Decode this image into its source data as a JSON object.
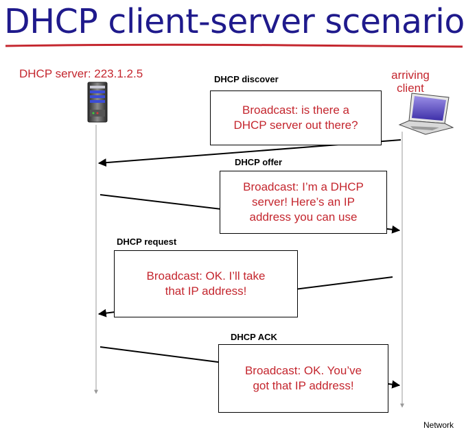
{
  "title": "DHCP client-server scenario",
  "server": {
    "label": "DHCP server: 223.1.2.5"
  },
  "client": {
    "label_line1": "arriving",
    "label_line2": "client"
  },
  "messages": [
    {
      "name": "DHCP discover",
      "text": "Broadcast: is there a DHCP server out there?"
    },
    {
      "name": "DHCP offer",
      "text": "Broadcast: I’m a DHCP server! Here’s an IP address you can use"
    },
    {
      "name": "DHCP request",
      "text": "Broadcast: OK.  I’ll take that IP address!"
    },
    {
      "name": "DHCP ACK",
      "text": "Broadcast: OK.  You’ve got that IP address!"
    }
  ],
  "footer": "Network"
}
